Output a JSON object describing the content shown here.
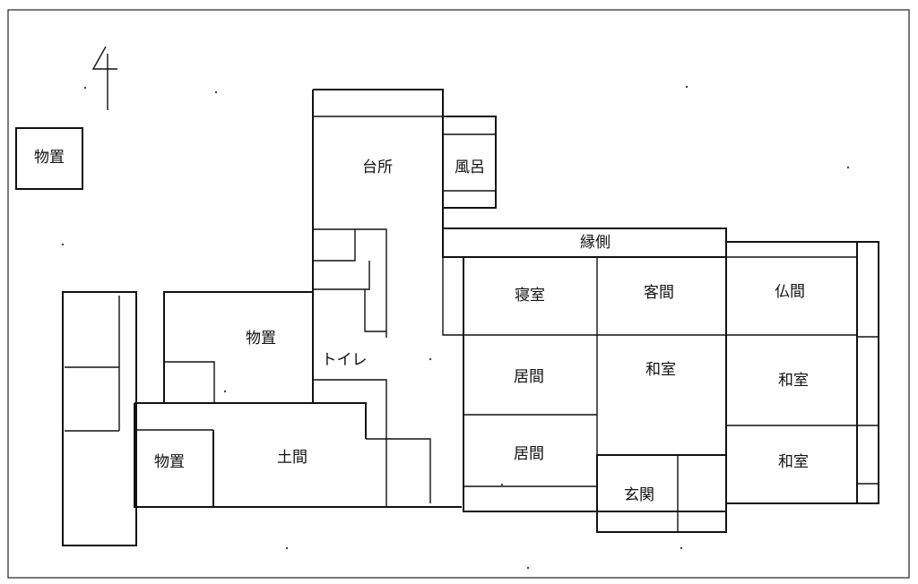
{
  "north_marker": "4",
  "rooms": {
    "storage_outside": "物置",
    "kitchen": "台所",
    "bath": "風呂",
    "veranda": "縁側",
    "bedroom": "寝室",
    "guest_room": "客間",
    "buddhist_room": "仏間",
    "storage_middle": "物置",
    "toilet": "トイレ",
    "living_1": "居間",
    "japanese_room_center": "和室",
    "japanese_room_right_1": "和室",
    "living_2": "居間",
    "japanese_room_right_2": "和室",
    "storage_small": "物置",
    "earthen_floor": "土間",
    "entrance": "玄関"
  }
}
